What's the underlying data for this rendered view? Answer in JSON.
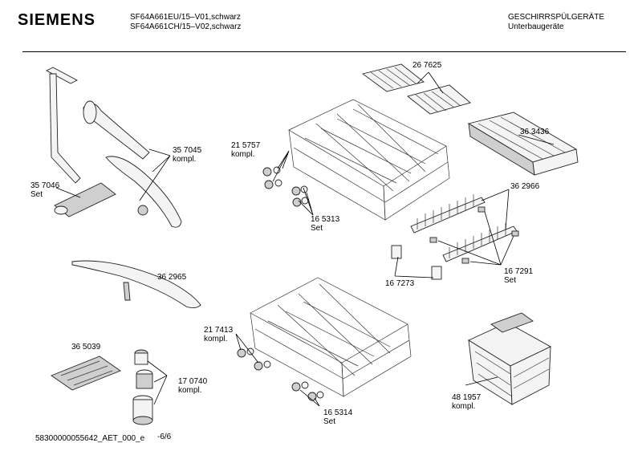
{
  "header": {
    "brand": "SIEMENS",
    "model_line_1": "SF64A661EU/15–V01,schwarz",
    "model_line_2": "SF64A661CH/15–V02,schwarz",
    "category_line_1": "GESCHIRRSPÜLGERÄTE",
    "category_line_2": "Unterbaugeräte"
  },
  "parts": [
    {
      "id": "p357046",
      "number": "35 7046",
      "note": "Set"
    },
    {
      "id": "p357045",
      "number": "35 7045",
      "note": "kompl."
    },
    {
      "id": "p362965",
      "number": "36 2965",
      "note": ""
    },
    {
      "id": "p365039",
      "number": "36 5039",
      "note": ""
    },
    {
      "id": "p170740",
      "number": "17 0740",
      "note": "kompl."
    },
    {
      "id": "p215757",
      "number": "21 5757",
      "note": "kompl."
    },
    {
      "id": "p165313",
      "number": "16 5313",
      "note": "Set"
    },
    {
      "id": "p267625",
      "number": "26 7625",
      "note": ""
    },
    {
      "id": "p363436",
      "number": "36 3436",
      "note": ""
    },
    {
      "id": "p362966",
      "number": "36 2966",
      "note": ""
    },
    {
      "id": "p167291",
      "number": "16 7291",
      "note": "Set"
    },
    {
      "id": "p167273",
      "number": "16 7273",
      "note": ""
    },
    {
      "id": "p217413",
      "number": "21 7413",
      "note": "kompl."
    },
    {
      "id": "p165314",
      "number": "16 5314",
      "note": "Set"
    },
    {
      "id": "p481957",
      "number": "48 1957",
      "note": "kompl."
    }
  ],
  "footer": {
    "doc_id": "58300000055642_AET_000_e",
    "page": "-6/6"
  }
}
